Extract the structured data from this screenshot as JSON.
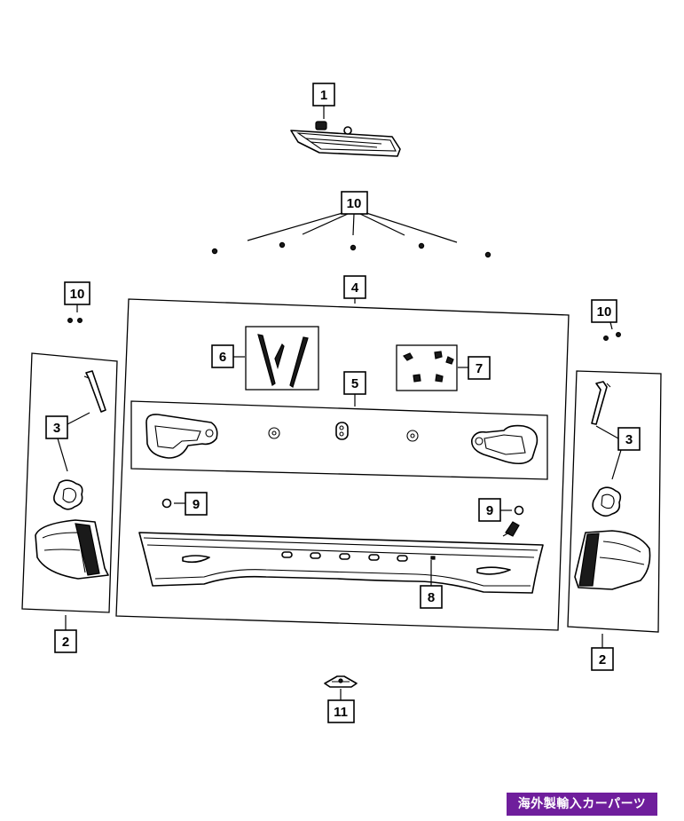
{
  "callouts": {
    "c1": "1",
    "c2_left": "2",
    "c2_right": "2",
    "c3_left": "3",
    "c3_right": "3",
    "c4": "4",
    "c5": "5",
    "c6": "6",
    "c7": "7",
    "c8": "8",
    "c9_left": "9",
    "c9_right": "9",
    "c10_top": "10",
    "c10_left": "10",
    "c10_right": "10",
    "c11": "11"
  },
  "watermark": "海外製輸入カーパーツ",
  "colors": {
    "line": "#000000",
    "watermark_bg": "#6f1e9c",
    "watermark_text": "#ffffff"
  }
}
